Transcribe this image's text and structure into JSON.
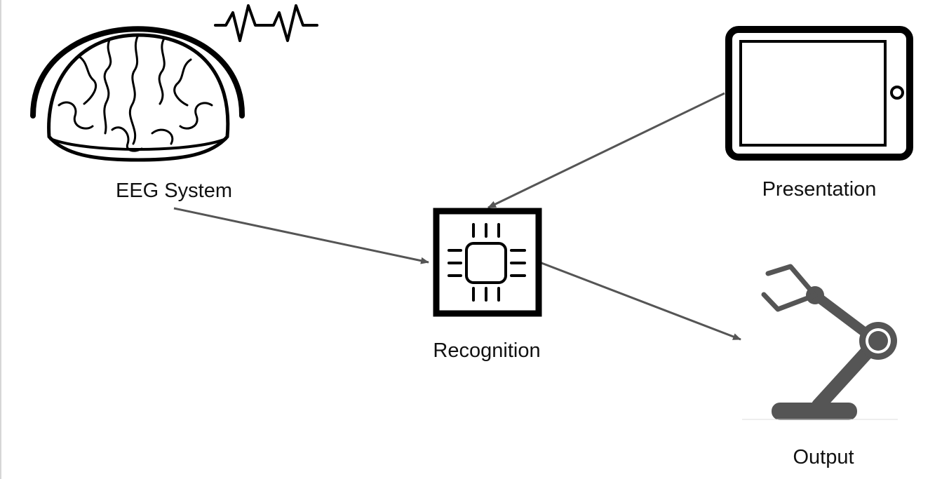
{
  "nodes": {
    "eeg": {
      "label": "EEG System",
      "icon": "brain-eeg-icon"
    },
    "presentation": {
      "label": "Presentation",
      "icon": "tablet-icon"
    },
    "recognition": {
      "label": "Recognition",
      "icon": "processor-chip-icon"
    },
    "output": {
      "label": "Output",
      "icon": "robot-arm-icon"
    }
  },
  "edges": [
    {
      "from": "eeg",
      "to": "recognition"
    },
    {
      "from": "presentation",
      "to": "recognition"
    },
    {
      "from": "recognition",
      "to": "output"
    }
  ],
  "colors": {
    "icon": "#000000",
    "robot": "#555555",
    "arrow": "#555555",
    "text": "#111111"
  }
}
